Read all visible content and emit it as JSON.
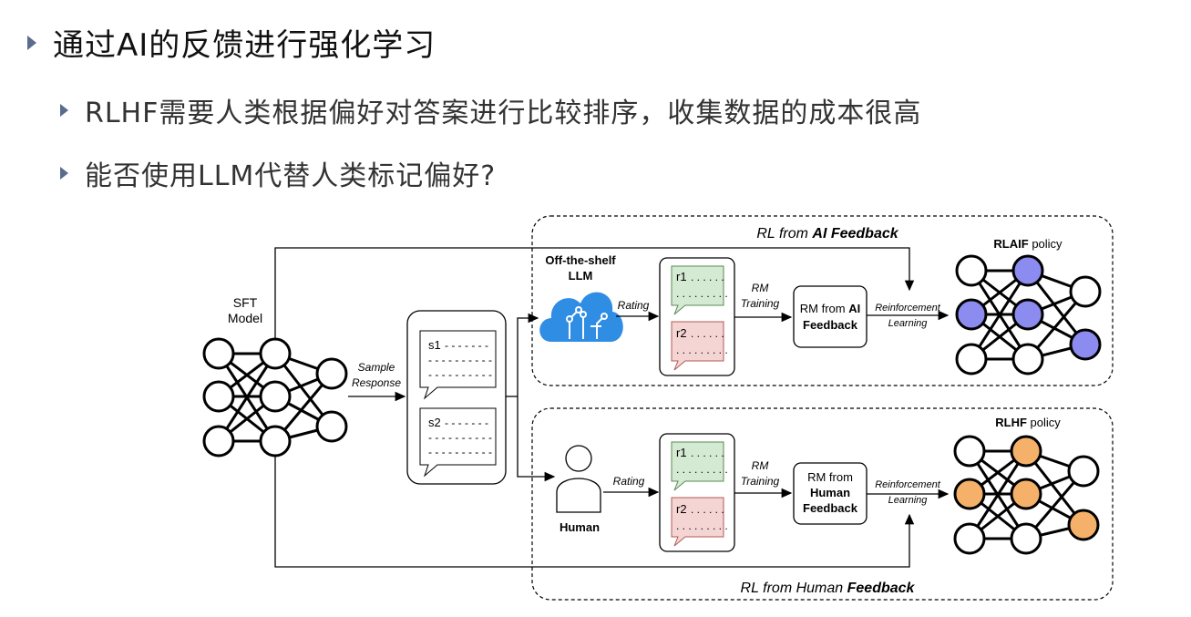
{
  "bullets": {
    "main": "通过AI的反馈进行强化学习",
    "sub1": "RLHF需要人类根据偏好对答案进行比较排序，收集数据的成本很高",
    "sub2": "能否使用LLM代替人类标记偏好?"
  },
  "diagram": {
    "sft_line1": "SFT",
    "sft_line2": "Model",
    "sample_line1": "Sample",
    "sample_line2": "Response",
    "s1": "s1",
    "s2": "s2",
    "llm_line1": "Off-the-shelf",
    "llm_line2": "LLM",
    "human": "Human",
    "rating_ai": "Rating",
    "rating_human": "Rating",
    "r1": "r1",
    "r2": "r2",
    "rm_training_line1": "RM",
    "rm_training_line2": "Training",
    "rm_ai_line1": "RM from",
    "rm_ai_bold1": "AI",
    "rm_ai_line2": "Feedback",
    "rm_human_line1": "RM from",
    "rm_human_line2": "Human",
    "rm_human_line3": "Feedback",
    "rl_line1": "Reinforcement",
    "rl_line2": "Learning",
    "rlaif_bold": "RLAIF",
    "rlhf_bold": "RLHF",
    "policy_word": " policy",
    "rlaif_title_italic": "RL from ",
    "rlaif_title_bold": "AI Feedback",
    "rlhf_title_italic": "RL from Human ",
    "rlhf_title_bold": "Feedback",
    "colors": {
      "rlaif_node": "#8c8cf0",
      "rlhf_node": "#f5b169",
      "good_bubble": "#d5ead2",
      "bad_bubble": "#f5d5d3",
      "cloud": "#2f8de4"
    }
  }
}
